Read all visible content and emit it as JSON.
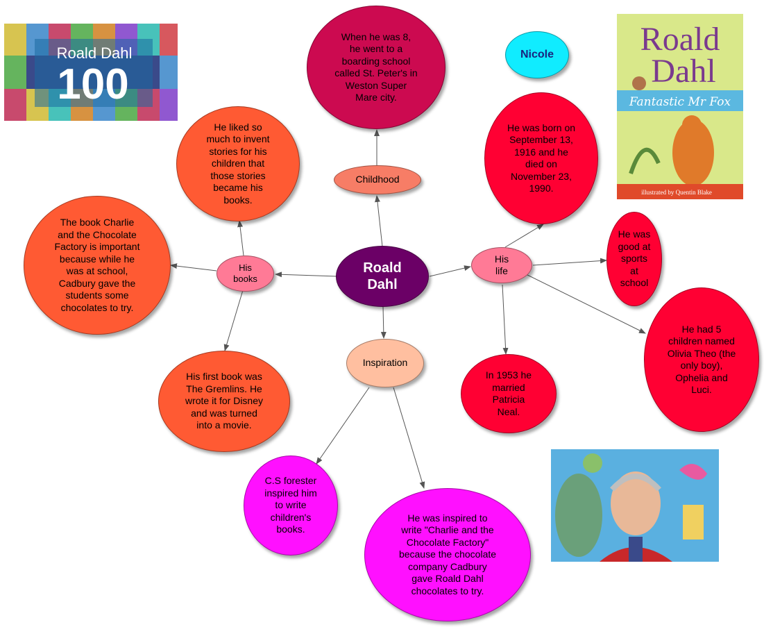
{
  "nodes": {
    "center": "Roald\nDahl",
    "childhood": "Childhood",
    "his_books": "His\nbooks",
    "his_life": "His\nlife",
    "inspiration": "Inspiration",
    "boarding_school": "When he was 8,\nhe went to a\nboarding school\ncalled St. Peter's in\nWeston  Super\nMare city.",
    "invent_stories": "He liked so\nmuch to  invent\nstories for his\nchildren that\nthose stories\nbecame his\nbooks.",
    "charlie_book": "The book Charlie\nand the Chocolate\nFactory is important\nbecause while he\nwas at  school,\nCadbury gave the\nstudents some\nchocolates to try.",
    "first_book": "His first book  was\nThe Gremlins.  He\nwrote it for Disney\nand was turned\ninto a movie.",
    "born": "He was born on\nSeptember 13,\n1916 and he\ndied on\nNovember 23,\n1990.",
    "sports": "He was\ngood at\nsports\nat\nschool",
    "children": "He had 5\nchildren named\nOlivia Theo (the\nonly boy),\nOphelia and\nLuci.",
    "married": "In 1953 he\nmarried\nPatricia\nNeal.",
    "cs_forester": "C.S forester\ninspired him\nto write\nchildren's\nbooks.",
    "inspired_charlie": "He was inspired  to\nwrite \"Charlie and the\nChocolate Factory\"\nbecause the chocolate\ncompany Cadbury\ngave Roald Dahl\nchocolates to try.",
    "nicole": "Nicole"
  },
  "images": {
    "dahl100": {
      "line1": "Roald Dahl",
      "line2": "100"
    },
    "book_cover": {
      "line1": "Roald",
      "line2": "Dahl",
      "subtitle": "Fantastic Mr Fox",
      "credit": "illustrated by Quentin Blake"
    }
  },
  "colors": {
    "center": "#6b0066",
    "childhood": "#f77d66",
    "pink_small": "#ff7a96",
    "inspiration": "#ffbfa0",
    "crimson": "#cc0a50",
    "red": "#ff0033",
    "orange": "#ff5a33",
    "magenta": "#ff10ff",
    "cyan": "#10ecff"
  }
}
